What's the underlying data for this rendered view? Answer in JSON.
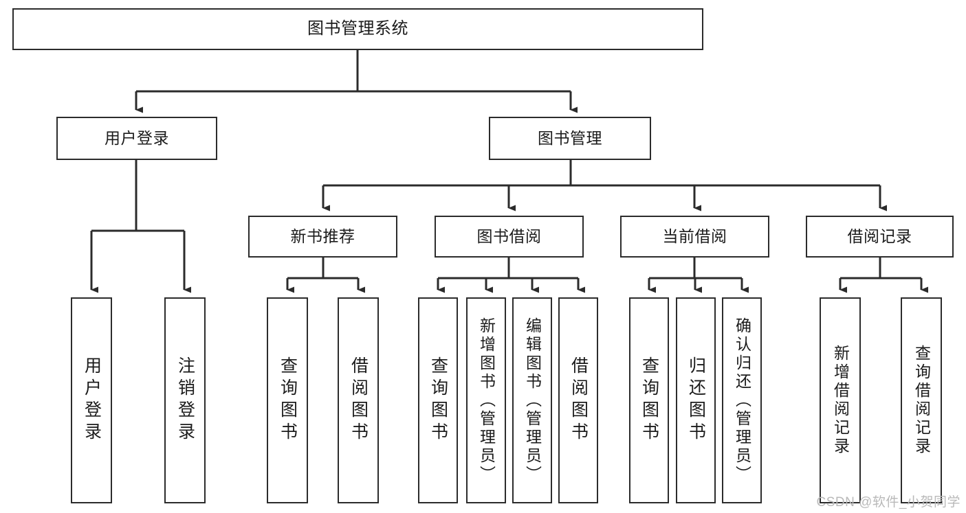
{
  "diagram": {
    "title": "图书管理系统",
    "type": "tree-hierarchy-chart",
    "colors": {
      "stroke": "#2b2b2b",
      "fill": "#ffffff",
      "text": "#1b1b1b",
      "watermark": "#b9b9b9"
    },
    "root": {
      "label": "图书管理系统"
    },
    "level2": [
      {
        "label": "用户登录"
      },
      {
        "label": "图书管理"
      }
    ],
    "level3": [
      {
        "label": "新书推荐"
      },
      {
        "label": "图书借阅"
      },
      {
        "label": "当前借阅"
      },
      {
        "label": "借阅记录"
      }
    ],
    "leaves": {
      "user_login": [
        {
          "label": "用户登录"
        },
        {
          "label": "注销登录"
        }
      ],
      "new_book_recommend": [
        {
          "label": "查询图书"
        },
        {
          "label": "借阅图书"
        }
      ],
      "book_borrow": [
        {
          "label": "查询图书"
        },
        {
          "label": "新增图书（管理员）"
        },
        {
          "label": "编辑图书（管理员）"
        },
        {
          "label": "借阅图书"
        }
      ],
      "current_borrow": [
        {
          "label": "查询图书"
        },
        {
          "label": "归还图书"
        },
        {
          "label": "确认归还（管理员）"
        }
      ],
      "borrow_records": [
        {
          "label": "新增借阅记录"
        },
        {
          "label": "查询借阅记录"
        }
      ]
    },
    "watermark": "CSDN @软件_小贺同学"
  }
}
